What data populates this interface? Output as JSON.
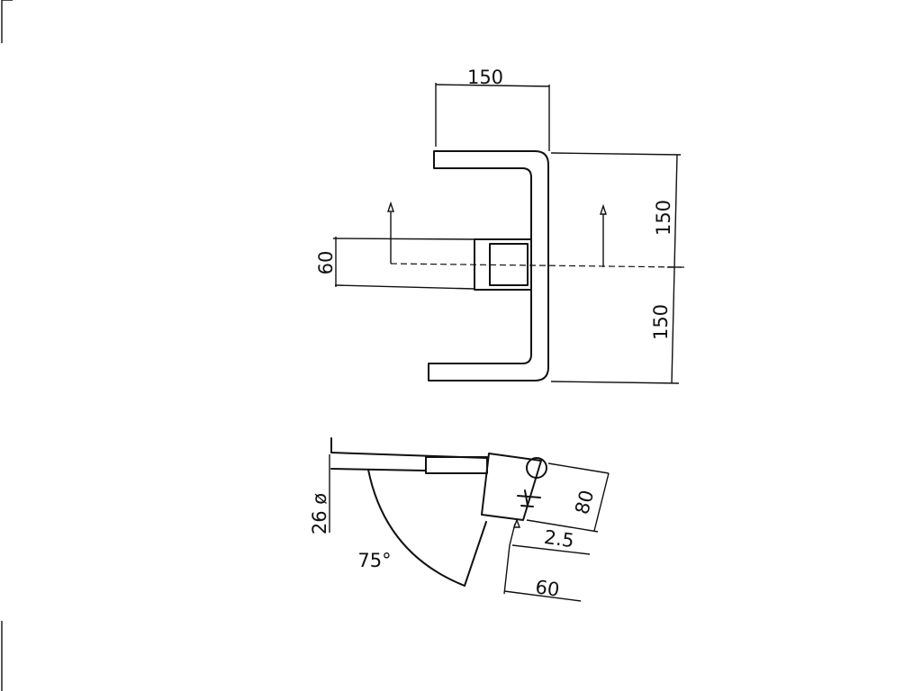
{
  "drawing": {
    "top_width": "150",
    "upper_height": "150",
    "lower_height": "150",
    "bracket_height": "60",
    "diameter": "26 ø",
    "angle": "75°",
    "depth": "80",
    "gap": "2.5",
    "offset": "60"
  }
}
